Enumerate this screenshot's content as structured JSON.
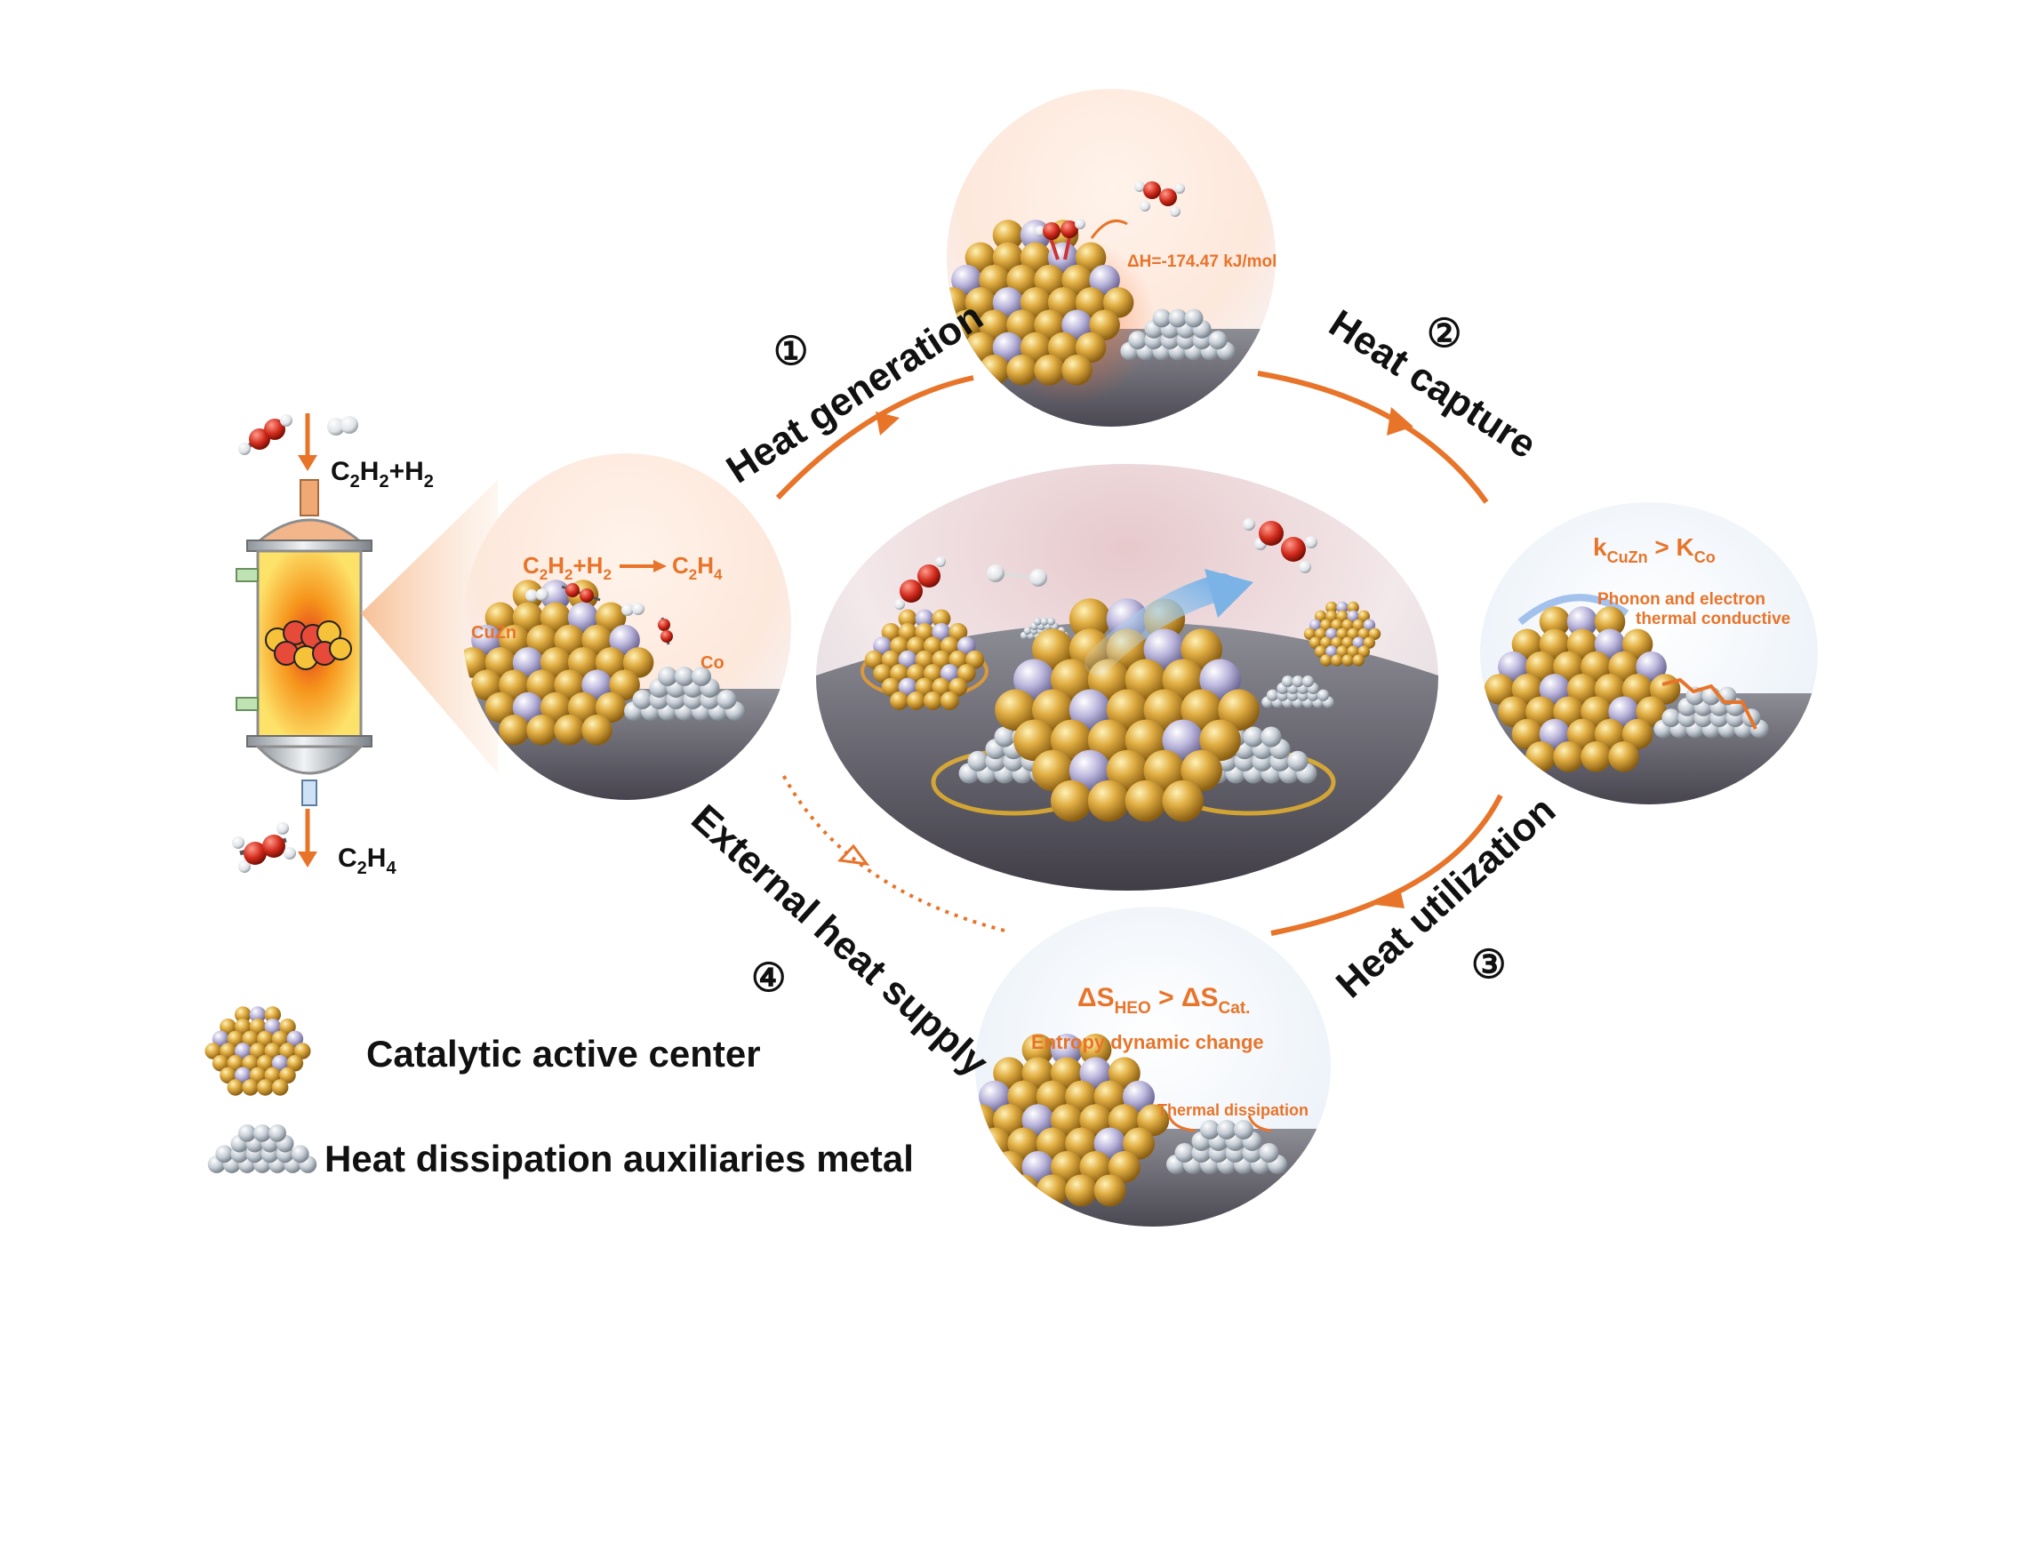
{
  "reactor": {
    "feed_label": "C",
    "feed_sub1": "2",
    "feed_mid": "H",
    "feed_sub2": "2",
    "feed_plus": "+H",
    "feed_sub3": "2",
    "product_label": "C",
    "product_sub1": "2",
    "product_mid": "H",
    "product_sub2": "4"
  },
  "left_bubble": {
    "reaction_lhs": "C",
    "lhs_sub1": "2",
    "lhs_mid": "H",
    "lhs_sub2": "2",
    "lhs_plus": "+H",
    "lhs_sub3": "2",
    "reaction_rhs": "C",
    "rhs_sub1": "2",
    "rhs_mid": "H",
    "rhs_sub2": "4",
    "label_cuzn": "CuZn",
    "label_co": "Co"
  },
  "steps": [
    {
      "number": "①",
      "label": "Heat generation"
    },
    {
      "number": "②",
      "label": "Heat capture"
    },
    {
      "number": "③",
      "label": "Heat utilization"
    },
    {
      "number": "④",
      "label": "External heat supply"
    }
  ],
  "top_bubble": {
    "enthalpy": "ΔH=-174.47 kJ/mol"
  },
  "right_bubble": {
    "k": "k",
    "k_sub": "CuZn",
    "gt": " > K",
    "K_sub": "Co",
    "line1": "Phonon and electron",
    "line2": "thermal conductive"
  },
  "bottom_bubble": {
    "s1": "ΔS",
    "s1_sub": "HEO",
    "gt": " > ΔS",
    "s2_sub": "Cat.",
    "line": "Entropy dynamic change",
    "dissipation": "Thermal dissipation"
  },
  "legend": {
    "item1": "Catalytic active center",
    "item2": "Heat dissipation auxiliaries metal"
  },
  "colors": {
    "accent": "#e8742a",
    "gold": "#d4a23a",
    "lavender": "#b8b4d8",
    "silver": "#c9cfd6"
  }
}
